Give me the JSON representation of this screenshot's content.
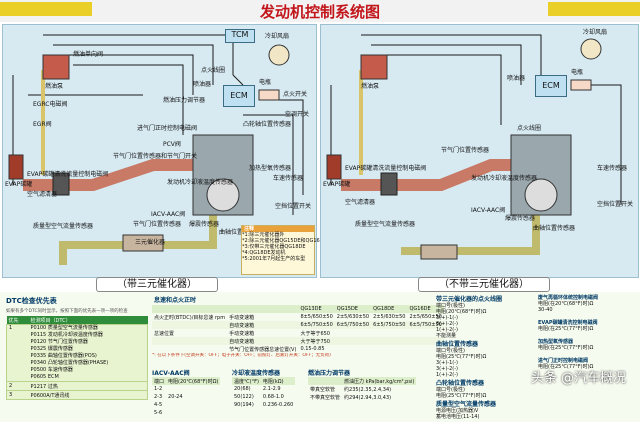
{
  "title": "发动机控制系统图",
  "left_diagram": {
    "labels": {
      "tcm": "TCM",
      "fan": "冷却风扇",
      "ecm": "ECM",
      "fuel_pump": "燃油泵",
      "fuel_sensor": "燃油单向阀",
      "egrc": "EGRC电磁阀",
      "egr": "EGR阀",
      "evap_canister": "EVAP碳罐",
      "evap_valve": "EVAP碳罐清洗流量控制电磁阀",
      "air_filter": "空气滤清器",
      "maf": "质量型空气流量传感器",
      "iacv": "IACV-AAC阀",
      "throttle": "节气门位置传感器",
      "throttle_switch": "节气门位置传感器和节气门开关",
      "catalyst": "三元催化器",
      "injector": "喷油器",
      "ignition": "点火线圈",
      "coolant": "发动机冷却液温度传感器",
      "o2": "加热型氧传感器",
      "knock": "爆震传感器",
      "crank": "曲轴位置传感器",
      "cam": "凸轮轴位置传感器",
      "fuel_reg": "燃油压力调节器",
      "speed": "车速传感器",
      "battery": "电瓶",
      "ignition_sw": "点火开关",
      "ac_switch": "空调开关",
      "intake_temp": "进气门正时控制电磁阀",
      "pcv": "PCV阀",
      "neutral": "空挡位置开关"
    },
    "catalyst_tag": "（带三元催化器）"
  },
  "right_diagram": {
    "labels": {
      "fan": "冷却风扇",
      "ecm": "ECM",
      "fuel_pump": "燃油泵",
      "evap_canister": "EVAP碳罐",
      "evap_valve": "EVAP碳罐清洗流量控制电磁阀",
      "air_filter": "空气滤清器",
      "maf": "质量型空气流量传感器",
      "iacv": "IACV-AAC阀",
      "throttle": "节气门位置传感器",
      "injector": "喷油器",
      "ignition": "点火线圈",
      "coolant": "发动机冷却液温度传感器",
      "crank": "曲轴位置传感器",
      "knock": "爆震传感器",
      "speed": "车速传感器",
      "battery": "电瓶",
      "neutral": "空挡位置开关"
    },
    "catalyst_tag": "（不带三元催化器）"
  },
  "notes": {
    "head": "注释",
    "lines": [
      "*1:除三元催化器外",
      "*2:除三元催化器QG15DE和QG16DE发动机",
      "*3:仅带三元催化器QG18DE",
      "*4:QG18DE发动机",
      "*5:2001年7月起生产的车型"
    ]
  },
  "dtc": {
    "title": "DTC检查优先表",
    "desc": "如果有多个DTC同时显示，按照下面的优先表一项一项的检查",
    "col_priority": "优先",
    "col_item": "检测项目（DTC）",
    "rows": [
      {
        "p": "1",
        "items": [
          "P0100 质量型空气流量传感器",
          "P0115 发动机冷却液温度传感器",
          "P0120 节气门位置传感器",
          "P0325 爆震传感器",
          "P0335 曲轴位置传感器(POS)",
          "P0340 凸轮轴位置传感器(PHASE)",
          "P0500 车速传感器",
          "P0605 ECM"
        ]
      },
      {
        "p": "2",
        "items": [
          "P1217 过热"
        ]
      },
      {
        "p": "3",
        "items": [
          "P0600A/T通讯线"
        ]
      }
    ]
  },
  "idle": {
    "title": "怠速和点火正时",
    "headers": [
      "",
      "",
      "QG13DE",
      "QG15DE",
      "QG18DE",
      "QG16DE"
    ],
    "rows": [
      [
        "点火正时(BTDC)/目标怠速 rpm",
        "手动变速箱",
        "8±5/650±50",
        "2±5/630±50",
        "2±5/630±50",
        "2±5/650±50"
      ],
      [
        "",
        "自动变速箱",
        "6±5/750±50",
        "6±5/750±50",
        "6±5/750±50",
        "6±5/750±50"
      ],
      [
        "怠速位置",
        "手动变速箱",
        "大于等于650",
        "",
        "",
        ""
      ],
      [
        "",
        "自动变速箱",
        "大于等于750",
        "",
        "",
        ""
      ],
      [
        "",
        "节气门位置传感器怠速位置(V)",
        "0.15-0.85",
        "",
        "",
        ""
      ]
    ],
    "footnote": "*: 在以下条件下(空调开关：OFF；电子开关：OFF；前照灯、后雾灯开关：OFF；无负荷)"
  },
  "iacv": {
    "title": "IACV-AAC阀",
    "headers": [
      "端口",
      "电阻(20℃(68°F)时Ω)"
    ],
    "rows": [
      [
        "1-2",
        ""
      ],
      [
        "2-3",
        "20-24"
      ],
      [
        "4-5",
        ""
      ],
      [
        "5-6",
        ""
      ]
    ]
  },
  "coolant": {
    "title": "冷却液温度传感器",
    "headers": [
      "温度℃(°F)",
      "电阻(kΩ)"
    ],
    "rows": [
      [
        "20(68)",
        "2.1-2.9"
      ],
      [
        "50(122)",
        "0.68-1.0"
      ],
      [
        "90(194)",
        "0.236-0.260"
      ]
    ]
  },
  "fuel_reg": {
    "title": "燃油压力调节器",
    "headers": [
      "",
      "燃油压力 kPa(bar,kg/cm²,psi)"
    ],
    "rows": [
      [
        "带真空软管",
        "约235(2.35,2.4,34)"
      ],
      [
        "不带真空软管",
        "约294(2.94,3.0,43)"
      ]
    ]
  },
  "right_specs": [
    {
      "title": "带三元催化器的点火线圈",
      "lines": [
        "端口号(极性)",
        "电阻(20℃(68°F)时)Ω",
        "3(+)-1(-)",
        "3(+)-2(-)",
        "1(+)-2(-)",
        "不能测量"
      ]
    },
    {
      "title": "曲轴位置传感器",
      "lines": [
        "端口号(极性)",
        "电阻(25℃(77°F)时)Ω",
        "3(+)-1(-)",
        "3(+)-2(-)",
        "1(+)-2(-)"
      ]
    },
    {
      "title": "凸轮轴位置传感器",
      "lines": [
        "端口号(极性)",
        "电阻(25℃(77°F)时)Ω",
        "3(+)-1(-)",
        "3(+)-2(-)",
        "1(+)-2(-)"
      ]
    },
    {
      "title": "质量型空气流量传感器",
      "lines": [
        "电源电压(加热器)V",
        "蓄电池电压(11-14)",
        "电源电压(感知器)V",
        "蓄电池电压(11-14)"
      ]
    }
  ],
  "far_right_specs": [
    {
      "title": "废气再循环体统控制电磁阀",
      "lines": [
        "电阻(在20℃(68°F)时)Ω",
        "30-40"
      ]
    },
    {
      "title": "EVAP碳罐清洗控制电磁阀",
      "lines": [
        "电阻(在25℃(77°F)时)Ω"
      ]
    },
    {
      "title": "加热型氧传感器",
      "lines": [
        "电阻(在25℃(77°F)时)Ω"
      ]
    },
    {
      "title": "进气门正时控制电磁阀",
      "lines": [
        "电阻(在25℃(77°F)时)Ω"
      ]
    }
  ],
  "watermark": "头条 @汽车概况"
}
